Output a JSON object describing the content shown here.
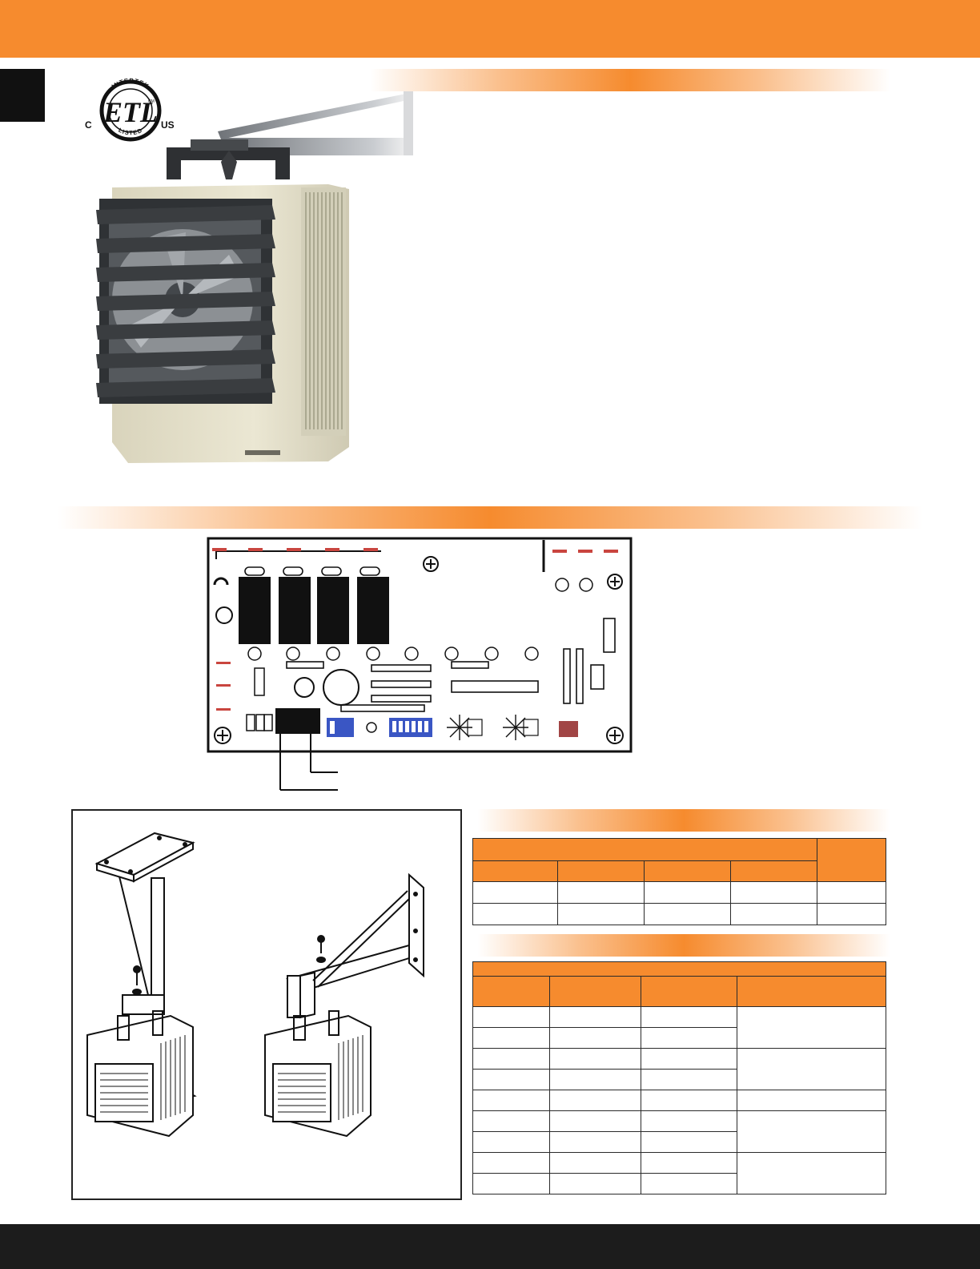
{
  "certification": {
    "mark": "ETL",
    "ring_top": "INTERTEK",
    "ring_bottom": "LISTED",
    "left": "C",
    "right": "US",
    "superscript": "CM"
  },
  "colors": {
    "accent": "#f68b2e",
    "dark": "#1c1c1c",
    "heater_body": "#e5e1cc",
    "louver": "#3a3d40",
    "board_red": "#c9453f",
    "board_blue": "#3a56c4",
    "board_maroon": "#a14545"
  },
  "icons": [
    "etl-listed-logo",
    "unit-heater-photo",
    "control-board-diagram",
    "ceiling-mount-diagram",
    "wall-mount-diagram"
  ]
}
